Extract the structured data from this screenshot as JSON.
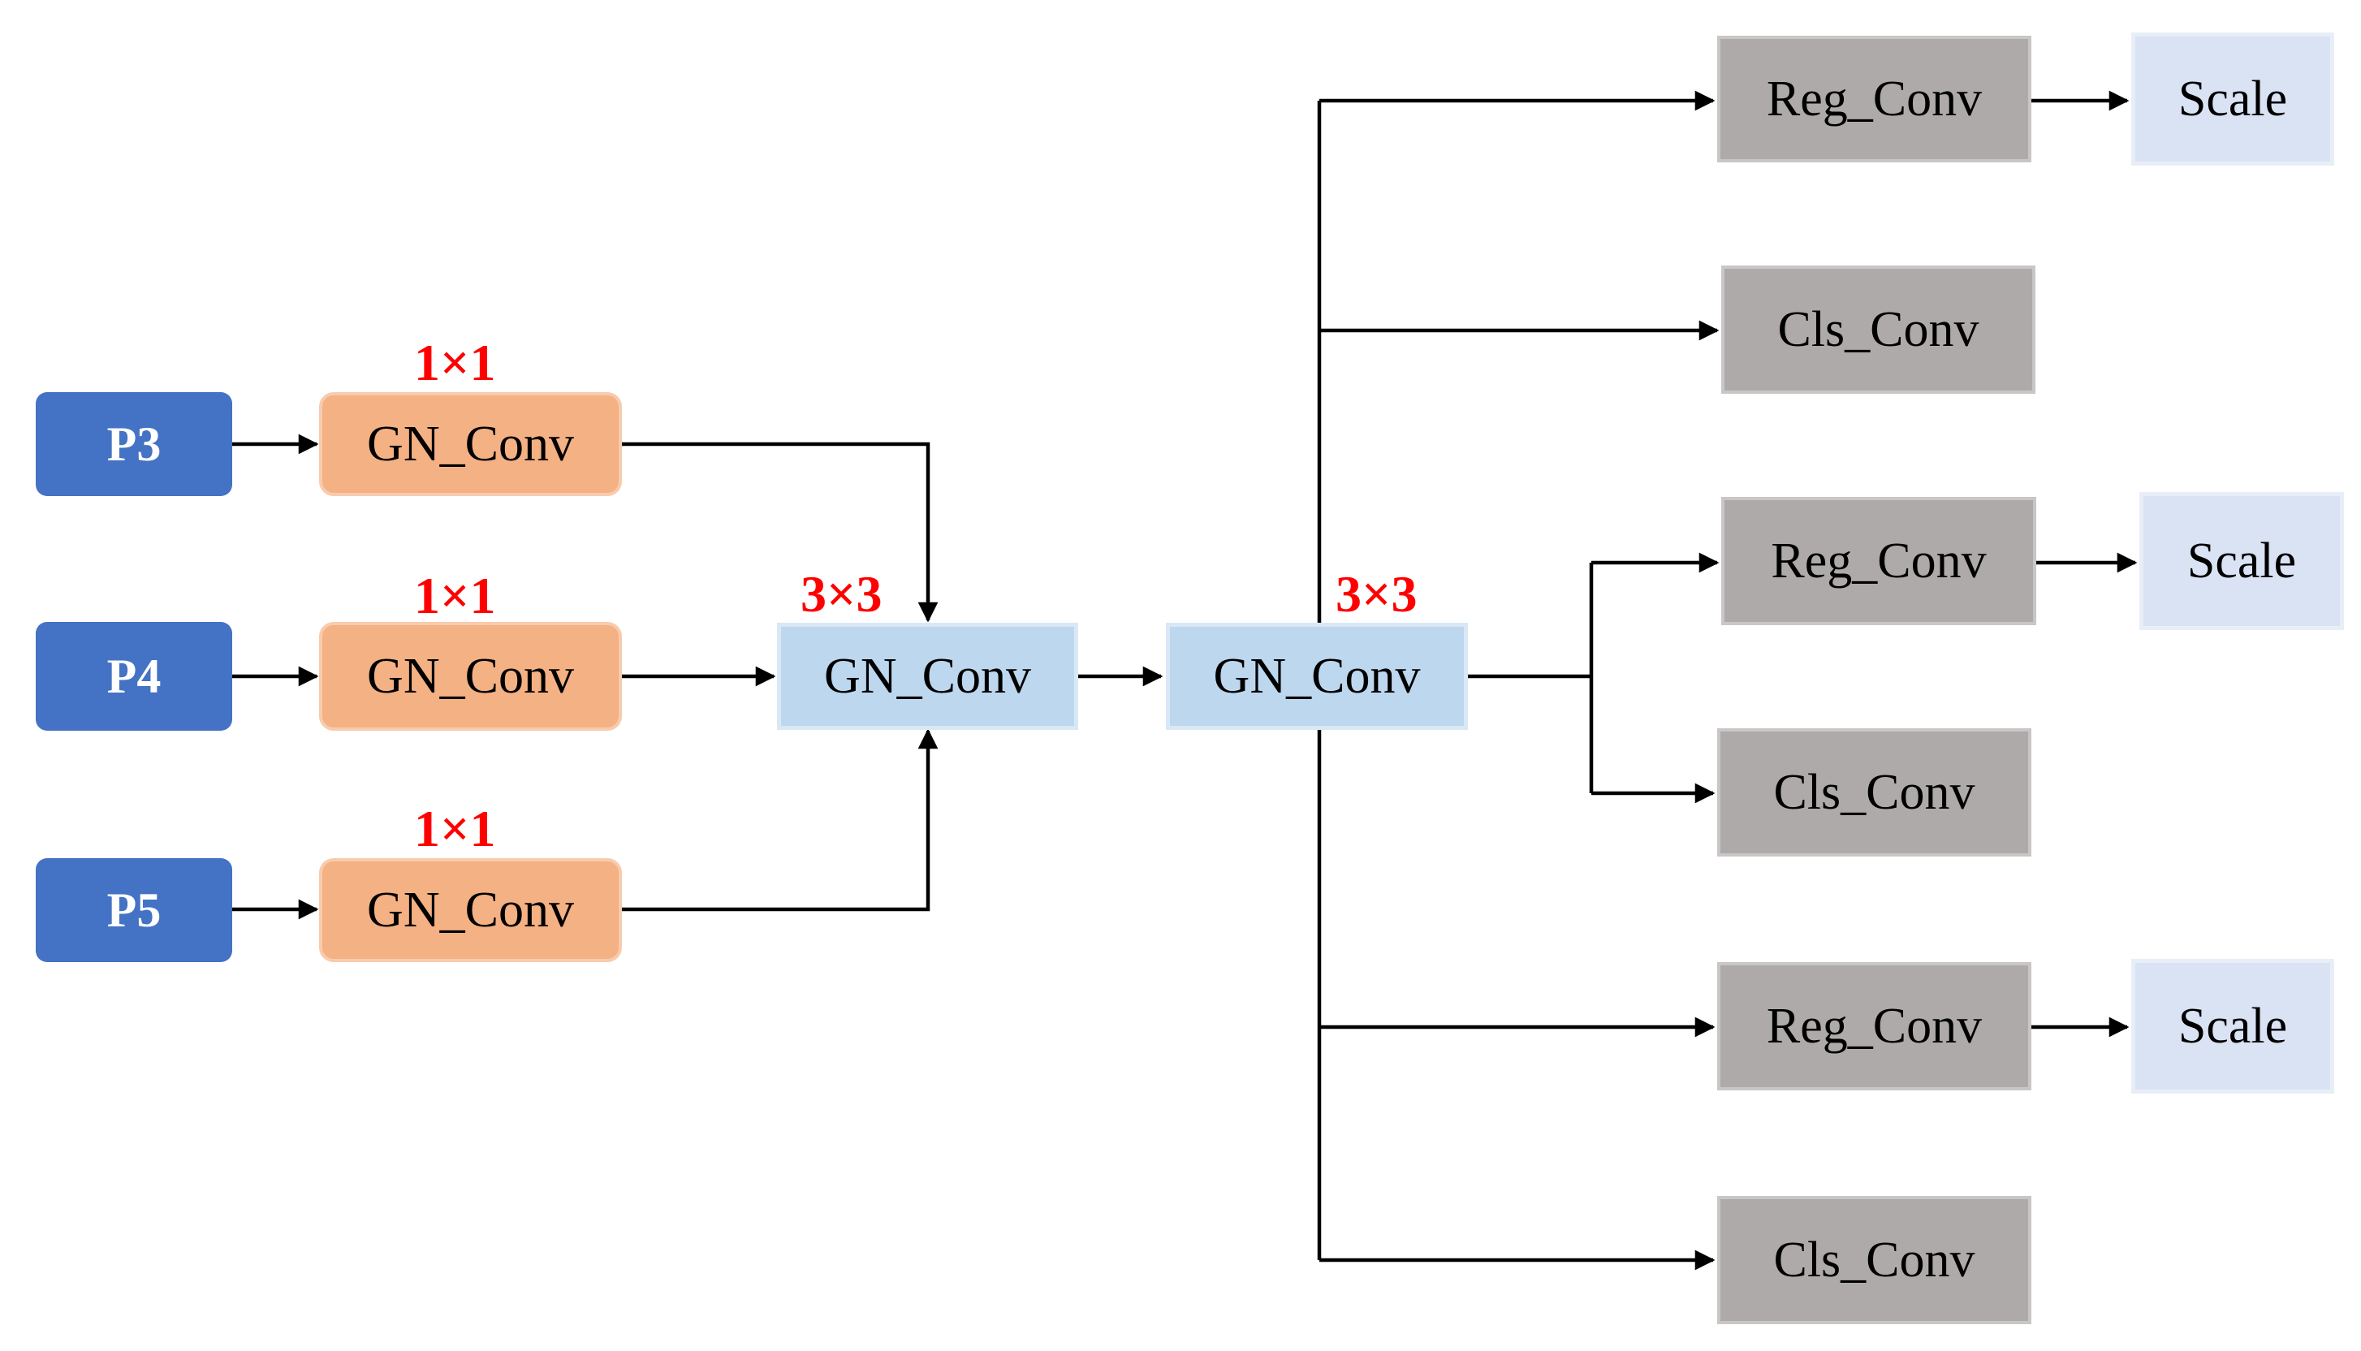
{
  "inputs": [
    "P3",
    "P4",
    "P5"
  ],
  "input_convs": {
    "kernel_label": "1×1",
    "label": "GN_Conv"
  },
  "shared_convs": {
    "kernel_label": "3×3",
    "first_label": "GN_Conv",
    "second_label": "GN_Conv"
  },
  "heads": [
    {
      "reg_label": "Reg_Conv",
      "cls_label": "Cls_Conv",
      "scale_label": "Scale"
    },
    {
      "reg_label": "Reg_Conv",
      "cls_label": "Cls_Conv",
      "scale_label": "Scale"
    },
    {
      "reg_label": "Reg_Conv",
      "cls_label": "Cls_Conv",
      "scale_label": "Scale"
    }
  ],
  "colors": {
    "input_block": "#4472c4",
    "input_conv": "#f4b183",
    "shared_conv": "#bdd7ee",
    "head_conv": "#aeaaaa",
    "scale_block": "#dae3f3",
    "kernel_label": "#ff0000"
  }
}
